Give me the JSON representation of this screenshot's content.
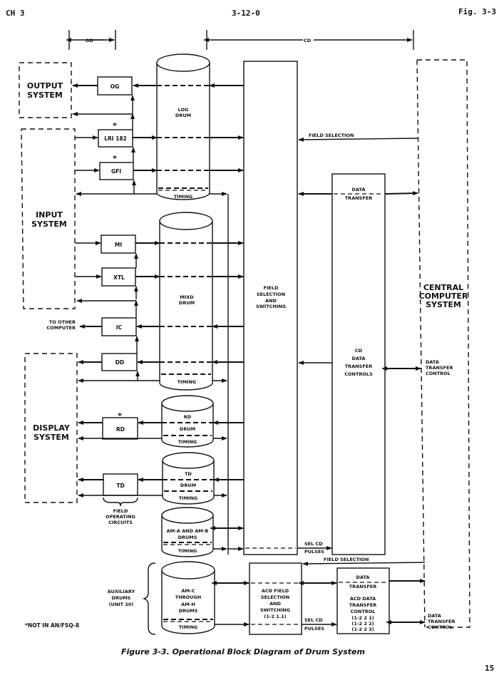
{
  "header": {
    "chapter": "CH 3",
    "doc_number": "3-12-0",
    "figure_ref": "Fig. 3-3"
  },
  "dimensions": {
    "od_label": "OD",
    "cd_label": "CD"
  },
  "systems": {
    "output": [
      "OUTPUT",
      "SYSTEM"
    ],
    "input": [
      "INPUT",
      "SYSTEM"
    ],
    "display": [
      "DISPLAY",
      "SYSTEM"
    ],
    "central": [
      "CENTRAL",
      "COMPUTER",
      "SYSTEM"
    ]
  },
  "circuits": {
    "og": "OG",
    "lri": "LRI 182",
    "gfi": "GFI",
    "mi": "MI",
    "xtl": "XTL",
    "ic": "IC",
    "dd": "DD",
    "rd": "RD",
    "td": "TD",
    "asterisk": "*",
    "to_other_computer": [
      "TO OTHER",
      "COMPUTER"
    ],
    "field_operating": [
      "FIELD",
      "OPERATING",
      "CIRCUITS"
    ]
  },
  "drums": {
    "log": [
      "LOG",
      "DRUM"
    ],
    "mixd": [
      "MIXD",
      "DRUM"
    ],
    "rd": [
      "RD",
      "DRUM"
    ],
    "td": [
      "TD",
      "DRUM"
    ],
    "amab": [
      "AM-A AND AM-B",
      "DRUMS"
    ],
    "amch": [
      "AM-C",
      "THROUGH",
      "AM-H",
      "DRUMS"
    ],
    "timing": "TIMING",
    "auxiliary": [
      "AUXILIARY",
      "DRUMS",
      "(UNIT 20)"
    ]
  },
  "controls": {
    "fss": [
      "FIELD",
      "SELECTION",
      "AND",
      "SWITCHING"
    ],
    "cd_dtc": [
      "CD",
      "DATA",
      "TRANSFER",
      "CONTROLS"
    ],
    "data_transfer": [
      "DATA",
      "TRANSFER"
    ],
    "field_selection": "FIELD SELECTION",
    "sel_cd_pulses": [
      "SEL CD",
      "PULSES"
    ],
    "dtc_central": [
      "DATA",
      "TRANSFER",
      "CONTROL"
    ],
    "acd_fss": [
      "ACD FIELD",
      "SELECTION",
      "AND",
      "SWITCHING",
      "(1-2 1.1)"
    ],
    "acd_dtc": [
      "ACD DATA",
      "TRANSFER",
      "CONTROL",
      "(1-2 2 1)",
      "(1-2 2 2)",
      "(1-2 2 3)"
    ]
  },
  "footnote": "*NOT IN AN/FSQ-8",
  "caption": "Figure 3-3. Operational Block Diagram of Drum System",
  "page_number": "15"
}
